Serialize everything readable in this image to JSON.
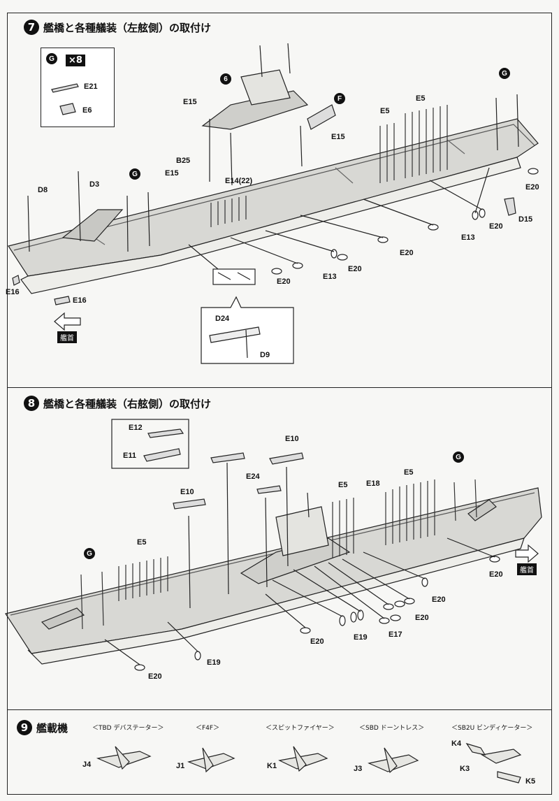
{
  "step7": {
    "number": "7",
    "title": "艦橋と各種艤装（左舷側）の取付け",
    "inset_key": "G",
    "inset_qty": "×8",
    "inset_parts": [
      "E21",
      "E6"
    ],
    "bow_tag": "艦首",
    "parts": {
      "E15a": "E15",
      "B25": "B25",
      "E15b": "E15",
      "E14": "E14(22)",
      "D8": "D8",
      "D3": "D3",
      "E15c": "E15",
      "E5a": "E5",
      "E5b": "E5",
      "E20a": "E20",
      "D15": "D15",
      "E20b": "E20",
      "E13a": "E13",
      "E20c": "E20",
      "E20d": "E20",
      "E13b": "E13",
      "E20e": "E20",
      "E16a": "E16",
      "E16b": "E16",
      "D24": "D24",
      "D9": "D9"
    },
    "callouts": [
      "G",
      "G",
      "G",
      "F"
    ]
  },
  "step8": {
    "number": "8",
    "title": "艦橋と各種艤装（右舷側）の取付け",
    "bow_tag": "艦首",
    "parts": {
      "E12": "E12",
      "E11": "E11",
      "E10a": "E10",
      "E10b": "E10",
      "E24": "E24",
      "E5a": "E5",
      "E18": "E18",
      "E5b": "E5",
      "E5c": "E5",
      "E20a": "E20",
      "E20b": "E20",
      "E20c": "E20",
      "E20d": "E20",
      "E20e": "E20",
      "E19a": "E19",
      "E19b": "E19",
      "E17": "E17"
    },
    "callouts": [
      "G",
      "G"
    ]
  },
  "step9": {
    "number": "9",
    "title": "艦載機",
    "planes": [
      {
        "name": "＜TBD デバステーター＞",
        "part": "J4"
      },
      {
        "name": "＜F4F＞",
        "part": "J1"
      },
      {
        "name": "＜スピットファイヤー＞",
        "part": "K1"
      },
      {
        "name": "＜SBD ドーントレス＞",
        "part": "J3"
      },
      {
        "name": "＜SB2U ビンディケーター＞",
        "parts": [
          "K4",
          "K3",
          "K5"
        ]
      }
    ]
  }
}
